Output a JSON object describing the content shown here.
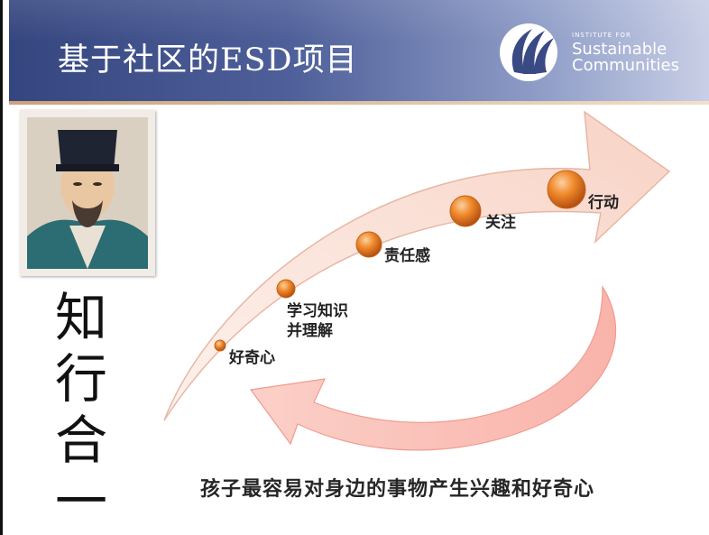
{
  "slide": {
    "title": "基于社区的ESD项目",
    "caption": "孩子最容易对身边的事物产生兴趣和好奇心"
  },
  "logo": {
    "small_text": "INSTITUTE FOR",
    "line1": "Sustainable",
    "line2": "Communities"
  },
  "calligraphy": {
    "characters": [
      "知",
      "行",
      "合",
      "一"
    ]
  },
  "stages": [
    {
      "label": "好奇心"
    },
    {
      "label": "学习知识\n并理解"
    },
    {
      "label": "责任感"
    },
    {
      "label": "关注"
    },
    {
      "label": "行动"
    }
  ],
  "colors": {
    "header": "#4e5f99",
    "arrow_fill": "#fbe3da",
    "return_arrow": "#f79a8e",
    "bullet": "#ee7b22"
  },
  "icons": {
    "logo_mark": "swirl-logo-icon",
    "portrait": "scholar-portrait"
  }
}
